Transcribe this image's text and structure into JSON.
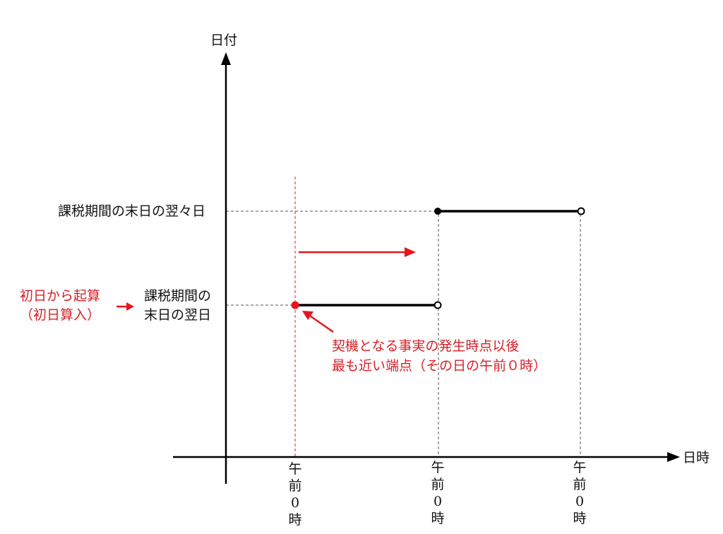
{
  "colors": {
    "axis": "#000000",
    "guide": "#555555",
    "accent_red": "#e8141c",
    "red_text": "#d81f26",
    "text": "#111111"
  },
  "axes": {
    "y_label": "日付",
    "x_label": "日時"
  },
  "y_levels": {
    "upper": "課税期間の末日の翌々日",
    "lower_line1": "課税期間の",
    "lower_line2": "末日の翌日"
  },
  "x_ticks": [
    {
      "line1": "午",
      "line2": "前",
      "line3": "0",
      "line4": "時"
    },
    {
      "line1": "午",
      "line2": "前",
      "line3": "0",
      "line4": "時"
    },
    {
      "line1": "午",
      "line2": "前",
      "line3": "0",
      "line4": "時"
    }
  ],
  "annotations": {
    "start_rule_line1": "初日から起算",
    "start_rule_line2": "（初日算入）",
    "trigger_line1": "契機となる事実の発生時点以後",
    "trigger_line2": "最も近い端点（その日の午前０時）"
  },
  "segments": [
    {
      "level": "lower",
      "start": "closed (red)",
      "end": "open"
    },
    {
      "level": "upper",
      "start": "closed",
      "end": "open"
    }
  ]
}
